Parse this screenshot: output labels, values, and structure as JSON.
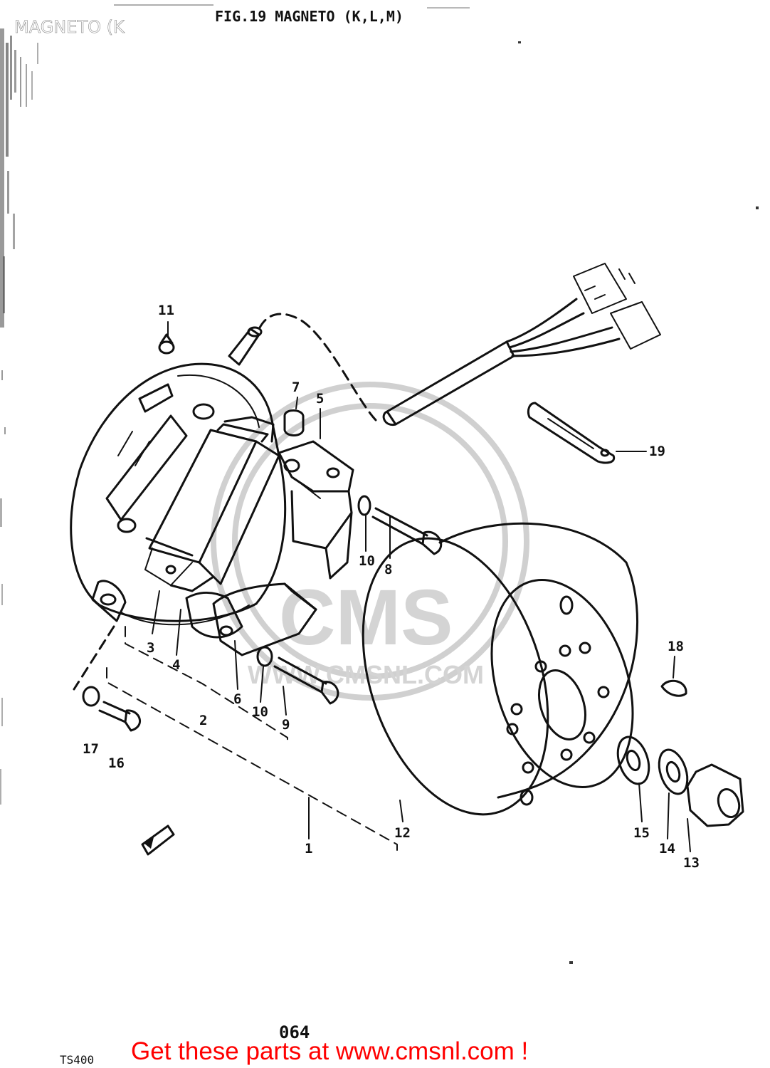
{
  "header": {
    "overlay_title": "MAGNETO (K",
    "figure_title": "FIG.19  MAGNETO (K,L,M)"
  },
  "footer": {
    "page_number": "064",
    "model": "TS400",
    "cta": "Get these parts at www.cmsnl.com !"
  },
  "watermark": {
    "brand": "CMS",
    "url": "WWW.CMSNL.COM"
  },
  "callouts": [
    "1",
    "2",
    "3",
    "4",
    "5",
    "6",
    "7",
    "8",
    "9",
    "10",
    "10",
    "11",
    "12",
    "13",
    "14",
    "15",
    "16",
    "17",
    "18",
    "19"
  ],
  "icons": {
    "arrow_badge": "front-arrow-icon"
  }
}
